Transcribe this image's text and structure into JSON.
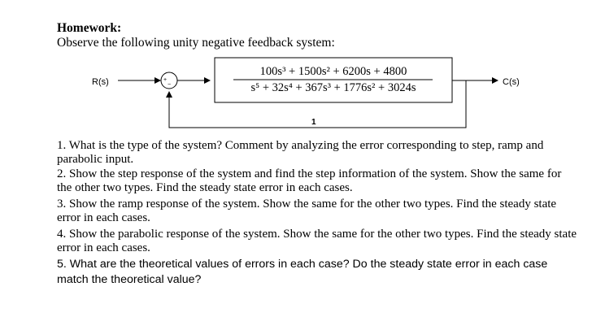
{
  "heading": "Homework:",
  "intro": "Observe the following unity negative feedback system:",
  "diagram": {
    "input_label": "R(s)",
    "output_label": "C(s)",
    "junction_plus": "+",
    "junction_minus": "−",
    "feedback_label": "1",
    "numerator": "100s³ + 1500s² + 6200s + 4800",
    "denominator": "s⁵ + 32s⁴ + 367s³ + 1776s² + 3024s"
  },
  "questions": [
    "1. What is the type of the system? Comment by analyzing the error corresponding to step, ramp and parabolic input.",
    "2. Show the step response of the system and find the step information of the system. Show the same for the other two types. Find the steady state error in each cases.",
    "3. Show the ramp response of the system. Show the same for the other two types. Find the steady state error in each cases.",
    "4. Show the parabolic response of the system. Show the same for the other two types. Find the steady state error in each cases.",
    "5. What are the theoretical values of errors in each case? Do the steady state error in each case match the theoretical value?"
  ]
}
